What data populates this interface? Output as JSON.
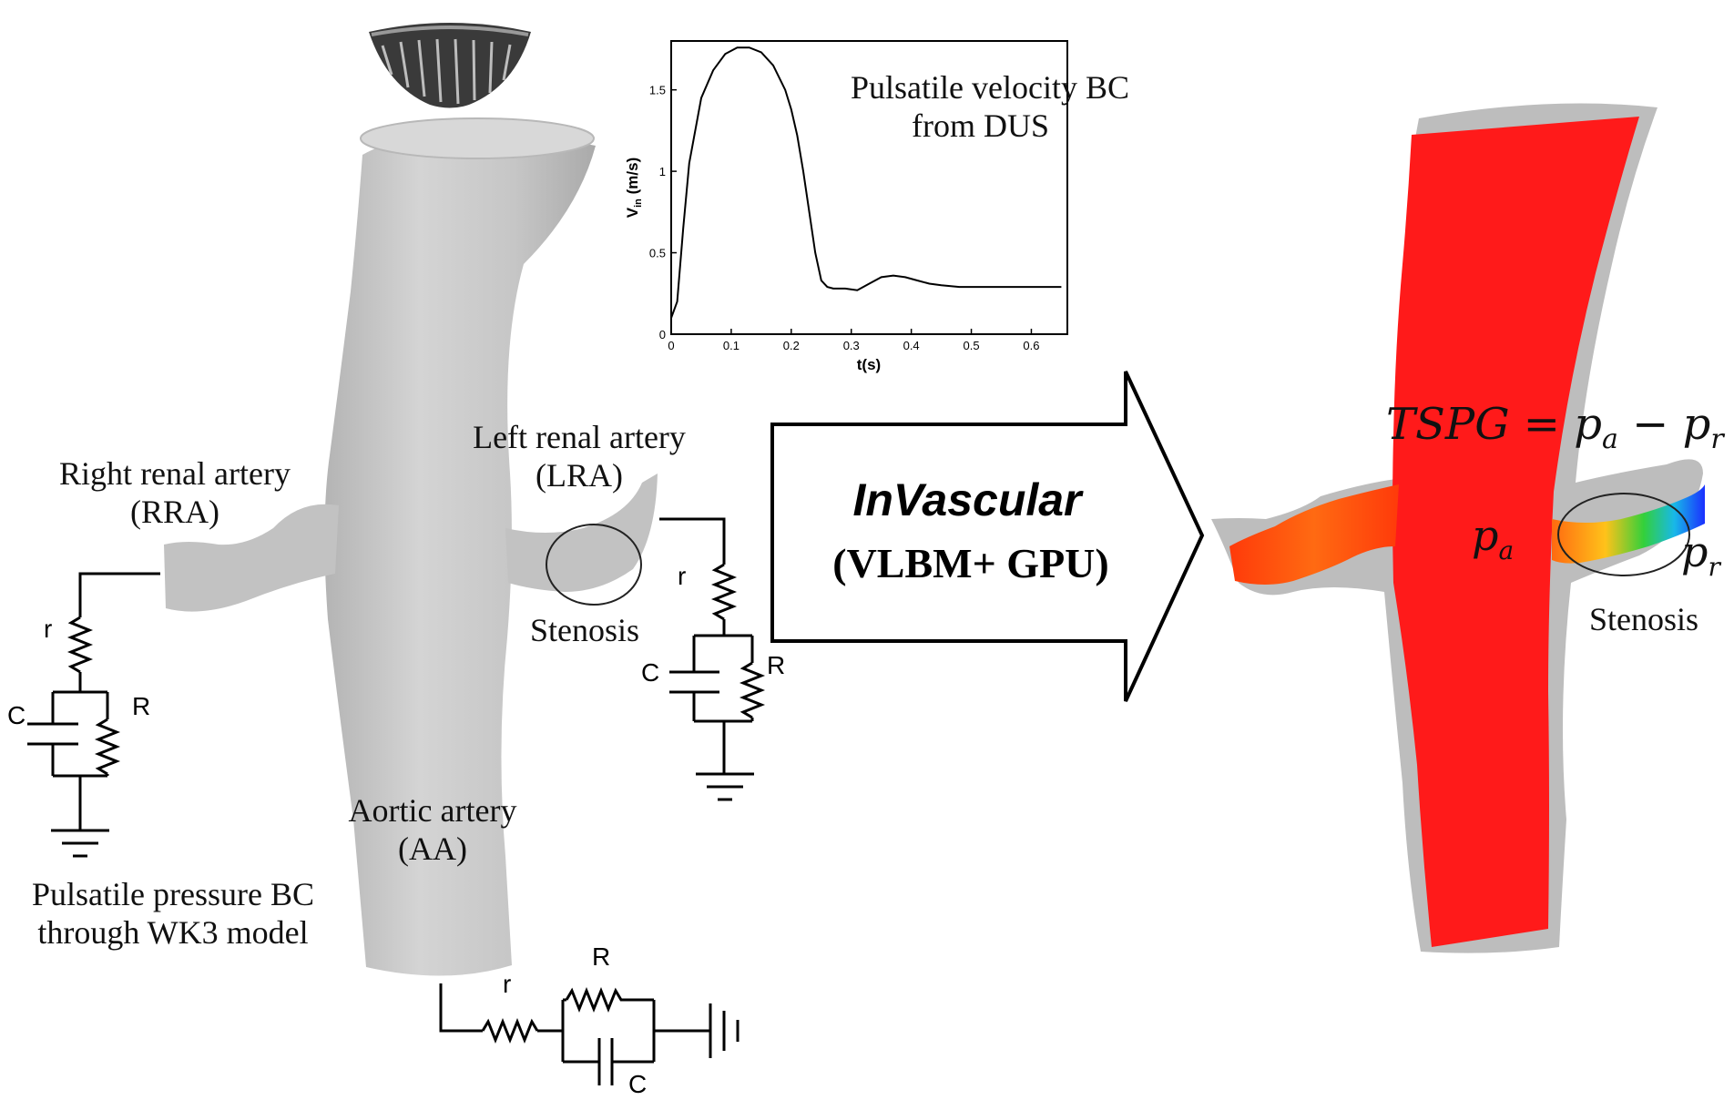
{
  "labels": {
    "right_renal_1": "Right renal artery",
    "right_renal_2": "(RRA)",
    "left_renal_1": "Left renal artery",
    "left_renal_2": "(LRA)",
    "stenosis_left": "Stenosis",
    "aortic_1": "Aortic artery",
    "aortic_2": "(AA)",
    "pressure_bc_1": "Pulsatile pressure BC",
    "pressure_bc_2": "through WK3 model",
    "velocity_bc_1": "Pulsatile velocity BC",
    "velocity_bc_2": "from DUS",
    "stenosis_right": "Stenosis"
  },
  "circuits": {
    "rra": {
      "r": "r",
      "R": "R",
      "C": "C"
    },
    "lra": {
      "r": "r",
      "R": "R",
      "C": "C"
    },
    "aa": {
      "r": "r",
      "R": "R",
      "C": "C"
    }
  },
  "arrow": {
    "title": "InVascular",
    "subtitle": "(VLBM+ GPU)"
  },
  "equation": {
    "text": "TSPG = p",
    "sub_a": "a",
    "minus": " − p",
    "sub_r": "r"
  },
  "pressure_labels": {
    "pa": "p",
    "pa_sub": "a",
    "pr": "p",
    "pr_sub": "r"
  },
  "colors": {
    "vessel_gray": "#c8c8c8",
    "vessel_red": "#ff1a1a",
    "stenosis_blue": "#1a3cff",
    "stenosis_green": "#38d44a",
    "stenosis_orange": "#ff7a1a"
  },
  "chart_data": {
    "type": "line",
    "title": "",
    "xlabel": "t(s)",
    "ylabel": "V_in (m/s)",
    "ylabel_main": "V",
    "ylabel_sub": "in",
    "ylabel_units": " (m/s)",
    "xlim": [
      0,
      0.66
    ],
    "ylim": [
      0,
      1.8
    ],
    "xticks": [
      "0",
      "0.1",
      "0.2",
      "0.3",
      "0.4",
      "0.5",
      "0.6"
    ],
    "yticks": [
      "0",
      "0.5",
      "1",
      "1.5"
    ],
    "series": [
      {
        "x": [
          0,
          0.01,
          0.02,
          0.03,
          0.05,
          0.07,
          0.09,
          0.11,
          0.13,
          0.15,
          0.17,
          0.19,
          0.2,
          0.21,
          0.22,
          0.23,
          0.24,
          0.25,
          0.26,
          0.27,
          0.29,
          0.31,
          0.33,
          0.35,
          0.37,
          0.39,
          0.41,
          0.43,
          0.45,
          0.48,
          0.5,
          0.55,
          0.6,
          0.65
        ],
        "y": [
          0.1,
          0.2,
          0.65,
          1.05,
          1.45,
          1.62,
          1.72,
          1.76,
          1.76,
          1.73,
          1.65,
          1.5,
          1.38,
          1.22,
          1.0,
          0.75,
          0.5,
          0.33,
          0.29,
          0.28,
          0.28,
          0.27,
          0.31,
          0.35,
          0.36,
          0.35,
          0.33,
          0.31,
          0.3,
          0.29,
          0.29,
          0.29,
          0.29,
          0.29
        ]
      }
    ]
  }
}
